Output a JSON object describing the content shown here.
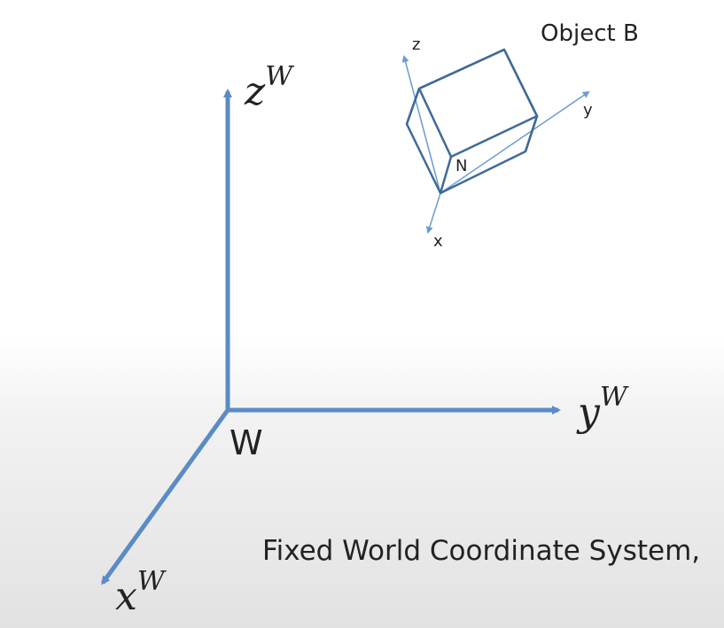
{
  "world_frame": {
    "origin_label": "W",
    "axis_z": {
      "base": "z",
      "superscript": "W"
    },
    "axis_y": {
      "base": "y",
      "superscript": "W"
    },
    "axis_x": {
      "base": "x",
      "superscript": "W"
    }
  },
  "object_frame": {
    "title": "Object B",
    "origin_label": "N",
    "axis_z": "z",
    "axis_y": "y",
    "axis_x": "x"
  },
  "caption": "Fixed World Coordinate System,",
  "colors": {
    "world_axis": "#5b8bc6",
    "object_axis": "#6b9bd1",
    "cube_edge": "#3f6a99",
    "text": "#222222"
  }
}
